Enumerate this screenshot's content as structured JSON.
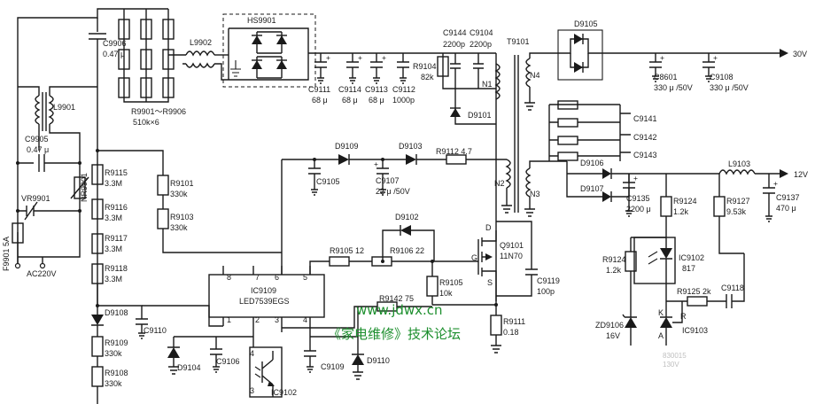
{
  "labels": {
    "c9906": "C9906",
    "c9906v": "0.47 μ",
    "l9902": "L9902",
    "hs9901": "HS9901",
    "r_range": "R9901～R9906",
    "r_range_v": "510k×6",
    "l9901": "L9901",
    "c9905": "C9905",
    "c9905v": "0.47 μ",
    "vr9901": "VR9901",
    "nr9901": "NR9901",
    "f9901": "F9901 5A",
    "ac": "AC220V",
    "r9115": "R9115",
    "r9115v": "3.3M",
    "r9116": "R9116",
    "r9116v": "3.3M",
    "r9117": "R9117",
    "r9117v": "3.3M",
    "r9118": "R9118",
    "r9118v": "3.3M",
    "r9101": "R9101",
    "r9101v": "330k",
    "r9103": "R9103",
    "r9103v": "330k",
    "c9111": "C9111",
    "c9111v": "68 μ",
    "c9114": "C9114",
    "c9114v": "68 μ",
    "c9113": "C9113",
    "c9113v": "68 μ",
    "c9112": "C9112",
    "c9112v": "1000p",
    "c9144": "C9144",
    "c9104": "C9104",
    "c9144v": "2200p",
    "c9104v": "2200p",
    "r9104": "R9104",
    "r9104v": "82k",
    "n1": "N1",
    "n2": "N2",
    "n3": "N3",
    "n4": "N4",
    "d9101": "D9101",
    "t9101": "T9101",
    "d9105": "D9105",
    "c8601": "C8601",
    "c8601v": "330 μ /50V",
    "c9108": "C9108",
    "c9108v": "330 μ /50V",
    "out30": "30V",
    "c9141": "C9141",
    "c9142": "C9142",
    "c9143": "C9143",
    "d9106": "D9106",
    "d9107": "D9107",
    "c9135": "C9135",
    "c9135v": "2200 μ",
    "r9124": "R9124",
    "r9124v": "1.2k",
    "l9103": "L9103",
    "r9127": "R9127",
    "r9127v": "9.53k",
    "c9137": "C9137",
    "c9137v": "470 μ",
    "out12": "12V",
    "d9109": "D9109",
    "d9103": "D9103",
    "r9112": "R9112 4.7",
    "c9105": "C9105",
    "c9107": "C9107",
    "c9107v": "22 μ /50V",
    "d9102": "D9102",
    "r9105a": "R9105 12",
    "r9106": "R9106 22",
    "q9101": "Q9101",
    "q9101v": "11N70",
    "pin_g": "G",
    "pin_d": "D",
    "pin_s": "S",
    "r9105b": "R9105",
    "r9105bv": "10k",
    "c9119": "C9119",
    "c9119v": "100p",
    "ic9109": "IC9109",
    "ic9109v": "LED7539EGS",
    "p8": "8",
    "p7": "7",
    "p6": "6",
    "p5": "5",
    "p1": "1",
    "p2": "2",
    "p3": "3",
    "p4": "4",
    "r9142": "R9142 75",
    "r9111": "R9111",
    "r9111v": "0.18",
    "r9124b": "R9124",
    "r9124bv": "1.2k",
    "ic9102": "IC9102",
    "ic9102v": "817",
    "r9125": "R9125 2k",
    "c9118": "C9118",
    "zd9106": "ZD9106",
    "zd9106v": "16V",
    "pin_k": "K",
    "pin_r": "R",
    "pin_a": "A",
    "ic9103": "IC9103",
    "d9108": "D9108",
    "c9110": "C9110",
    "r9109": "R9109",
    "r9109v": "330k",
    "r9108": "R9108",
    "r9108v": "330k",
    "d9104": "D9104",
    "c9106": "C9106",
    "c9109": "C9109",
    "d9110": "D9110",
    "ic9102b": "IC9102",
    "p4b": "4",
    "p3b": "3",
    "gray1": "830015",
    "gray2": "130V",
    "watermark_url": "www.jdwx.cn",
    "watermark_text": "《家电维修》技术论坛"
  }
}
